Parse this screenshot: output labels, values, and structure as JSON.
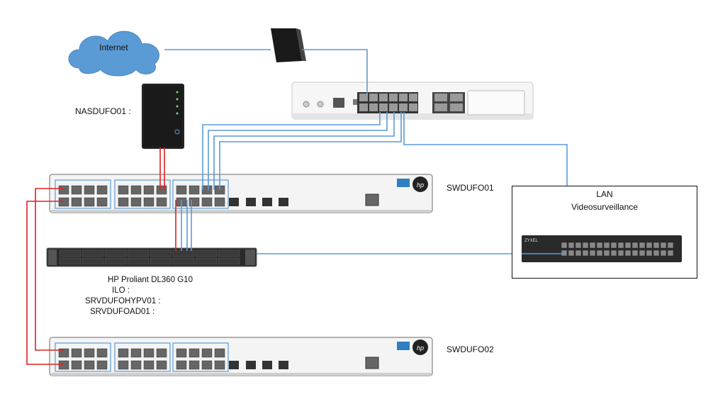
{
  "labels": {
    "internet": "Internet",
    "nas": "NASDUFO01 :",
    "switch1": "SWDUFO01",
    "switch2": "SWDUFO02",
    "server_model": "HP Proliant DL360 G10",
    "server_ilo": "ILO :",
    "server_hyperv": "SRVDUFOHYPV01 :",
    "server_ad": "SRVDUFOAD01 :",
    "lan_title": "LAN",
    "lan_subtitle": "Videosurveillance",
    "zyxel_brand": "ZYXEL"
  },
  "colors": {
    "link_blue": "#5b9bd5",
    "link_red": "#e02020",
    "cloud": "#5b9bd5",
    "switch_body": "#f4f4f4",
    "hp_badge": "#2f7fc1"
  },
  "icons": {
    "cloud": "cloud-icon",
    "modem": "modem-icon",
    "nas": "nas-icon",
    "firewall": "firewall-icon",
    "hp_logo": "hp-logo-icon",
    "server": "server-icon",
    "zyxel": "zyxel-switch-icon"
  }
}
